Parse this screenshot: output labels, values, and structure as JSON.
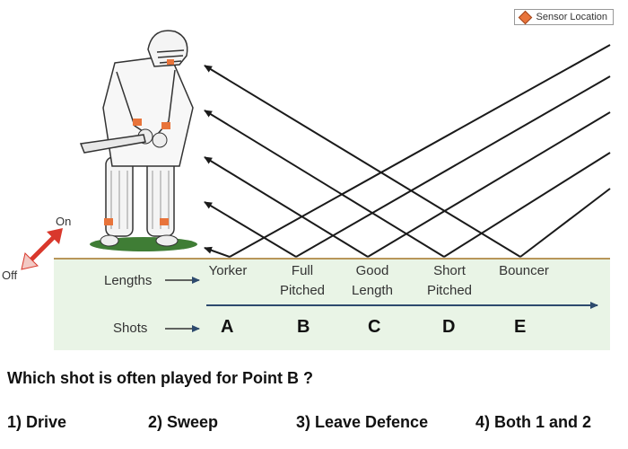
{
  "legend": {
    "label": "Sensor Location",
    "icon": "orange-diamond-icon",
    "color": "#e8743b"
  },
  "direction": {
    "on": "On",
    "off": "Off"
  },
  "row_labels": {
    "lengths": "Lengths",
    "shots": "Shots"
  },
  "lengths": [
    {
      "line1": "Yorker",
      "line2": ""
    },
    {
      "line1": "Full",
      "line2": "Pitched"
    },
    {
      "line1": "Good",
      "line2": "Length"
    },
    {
      "line1": "Short",
      "line2": "Pitched"
    },
    {
      "line1": "Bouncer",
      "line2": ""
    }
  ],
  "shots": [
    "A",
    "B",
    "C",
    "D",
    "E"
  ],
  "question": "Which shot is often played for Point B ?",
  "options": [
    "1) Drive",
    "2) Sweep",
    "3) Leave Defence",
    "4) Both 1 and 2"
  ],
  "colors": {
    "ground_line": "#b8965a",
    "band": "#e9f4e6",
    "arrow": "#1a1a1a",
    "grass": "#3f7d35",
    "on_off_arrow": "#d9382c"
  }
}
